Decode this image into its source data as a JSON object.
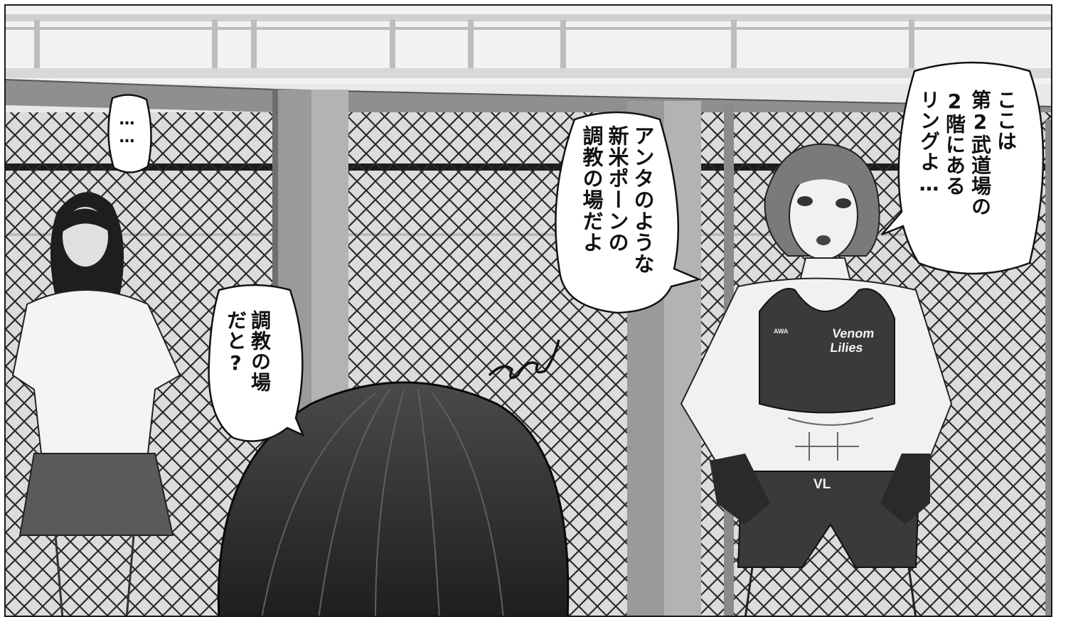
{
  "panel": {
    "speech_bubbles": [
      {
        "id": "bubble-1",
        "speaker": "short-haired fighter",
        "text": "ここは\n第2武道場の\n2階にある\nリングよ…"
      },
      {
        "id": "bubble-2",
        "speaker": "short-haired fighter",
        "text": "アンタのような\n新米ポーンの\n調教の場だよ"
      },
      {
        "id": "bubble-3",
        "speaker": "protagonist",
        "text": "調教の場\nだと?"
      },
      {
        "id": "bubble-4",
        "speaker": "long-haired woman",
        "text": "……"
      }
    ],
    "clothing_text": {
      "top_logo": "Venom\nLilies",
      "badge": "AWA",
      "shorts": "VL"
    },
    "effects": [
      "irritation-squiggle"
    ]
  },
  "colors": {
    "ink": "#111111",
    "paper": "#ffffff",
    "tone": "#3a3a3a"
  }
}
